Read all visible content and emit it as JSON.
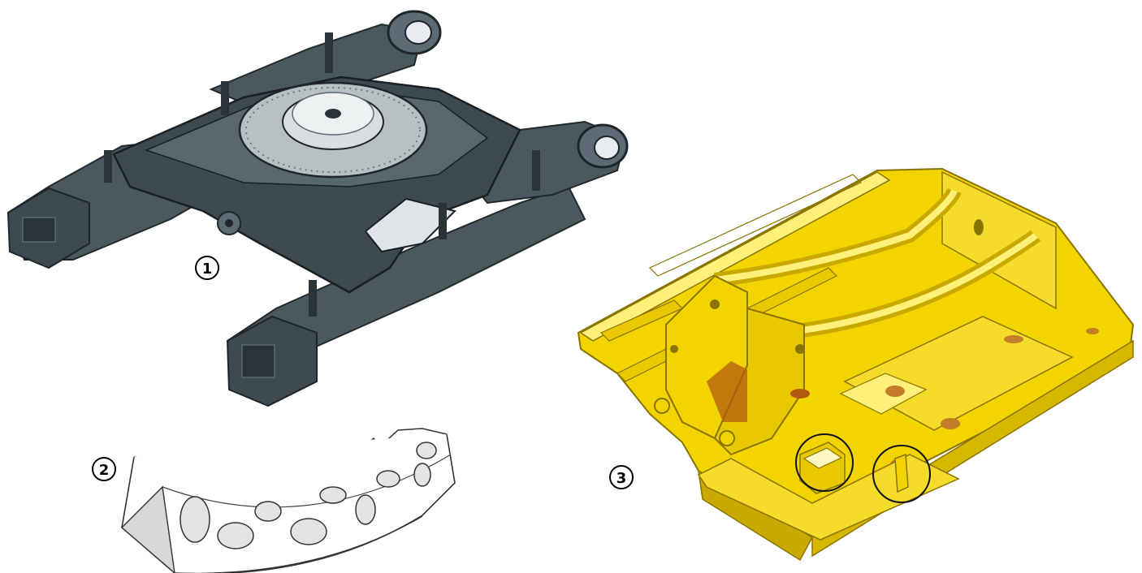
{
  "callouts": {
    "one": "①",
    "two": "②",
    "three": "③"
  },
  "colors": {
    "frame_dark": "#3d4a52",
    "frame_mid": "#5b6a73",
    "frame_light": "#8a979e",
    "turntable": "#c8cdd0",
    "bearing_outline": "#555555",
    "bearing_fill": "#f2f2f2",
    "upper_yellow": "#f2d400",
    "upper_yellow_dark": "#c9a800",
    "upper_yellow_light": "#fff07a",
    "detail_circle": "#111111"
  },
  "icons": {
    "undercarriage": "x-frame-undercarriage",
    "bearing": "slewing-ring-segment",
    "upperframe": "upper-revolving-frame"
  }
}
